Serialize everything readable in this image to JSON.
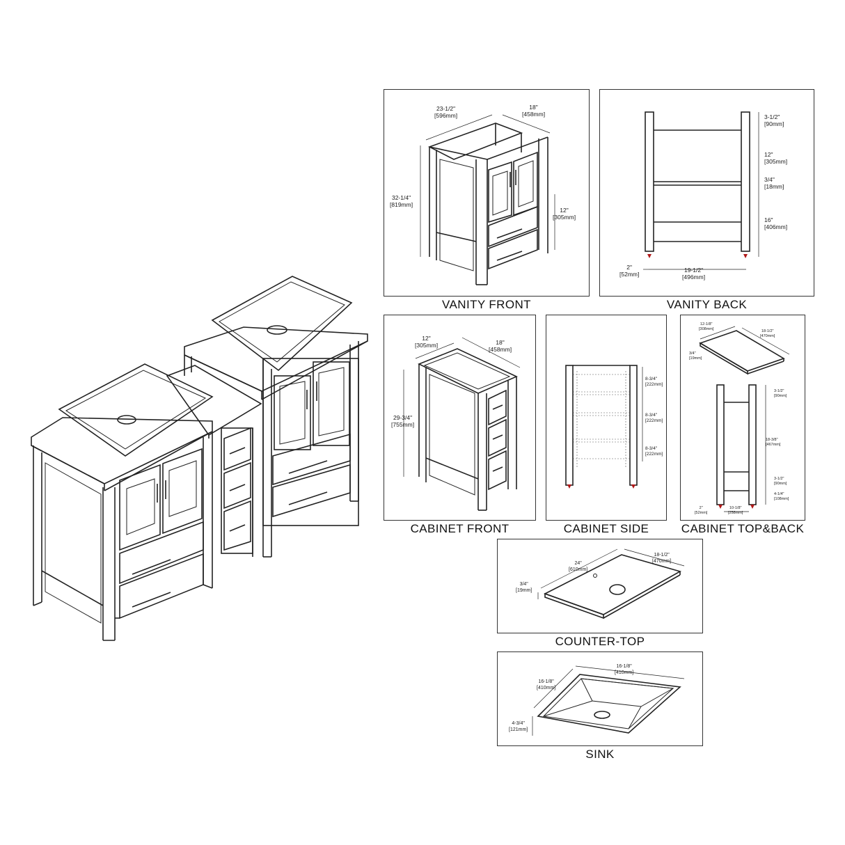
{
  "panels": {
    "vanity_front": {
      "caption": "VANITY FRONT",
      "dims": {
        "width": "23-1/2\"",
        "width_mm": "[596mm]",
        "depth": "18\"",
        "depth_mm": "[458mm]",
        "height": "32-1/4\"",
        "height_mm": "[819mm]",
        "drawer": "12\"",
        "drawer_mm": "[305mm]"
      }
    },
    "vanity_back": {
      "caption": "VANITY BACK",
      "dims": {
        "top": "3-1/2\"",
        "top_mm": "[90mm]",
        "upper": "12\"",
        "upper_mm": "[305mm]",
        "shelf": "3/4\"",
        "shelf_mm": "[18mm]",
        "lower": "16\"",
        "lower_mm": "[406mm]",
        "leg": "2\"",
        "leg_mm": "[52mm]",
        "inner": "19-1/2\"",
        "inner_mm": "[496mm]"
      }
    },
    "cabinet_front": {
      "caption": "CABINET FRONT",
      "dims": {
        "width": "12\"",
        "width_mm": "[305mm]",
        "depth": "18\"",
        "depth_mm": "[458mm]",
        "height": "29-3/4\"",
        "height_mm": "[755mm]"
      }
    },
    "cabinet_side": {
      "caption": "CABINET SIDE",
      "dims": {
        "d1": "8-3/4\"",
        "d1_mm": "[222mm]",
        "d2": "8-3/4\"",
        "d2_mm": "[222mm]",
        "d3": "8-3/4\"",
        "d3_mm": "[222mm]"
      }
    },
    "cabinet_topback": {
      "caption": "CABINET TOP&BACK",
      "dims": {
        "top_w": "12-1/8\"",
        "top_w_mm": "[308mm]",
        "top_d": "18-1/2\"",
        "top_d_mm": "[470mm]",
        "top_t": "3/4\"",
        "top_t_mm": "[19mm]",
        "r1": "3-1/2\"",
        "r1_mm": "[90mm]",
        "r2": "18-3/8\"",
        "r2_mm": "[467mm]",
        "r3": "3-1/2\"",
        "r3_mm": "[90mm]",
        "r4": "4-1/4\"",
        "r4_mm": "[108mm]",
        "leg": "2\"",
        "leg_mm": "[52mm]",
        "inner": "10-1/8\"",
        "inner_mm": "[258mm]"
      }
    },
    "counter_top": {
      "caption": "COUNTER-TOP",
      "dims": {
        "width": "24\"",
        "width_mm": "[610mm]",
        "depth": "18-1/2\"",
        "depth_mm": "[470mm]",
        "thick": "3/4\"",
        "thick_mm": "[19mm]"
      }
    },
    "sink": {
      "caption": "SINK",
      "dims": {
        "w": "16-1/8\"",
        "w_mm": "[410mm]",
        "d": "16-1/8\"",
        "d_mm": "[410mm]",
        "h": "4-3/4\"",
        "h_mm": "[121mm]"
      }
    }
  },
  "colors": {
    "line": "#222222",
    "leg_marker": "#b01818",
    "background": "#ffffff"
  },
  "icons": {
    "leg_marker": "red-arrow-marker-icon"
  }
}
